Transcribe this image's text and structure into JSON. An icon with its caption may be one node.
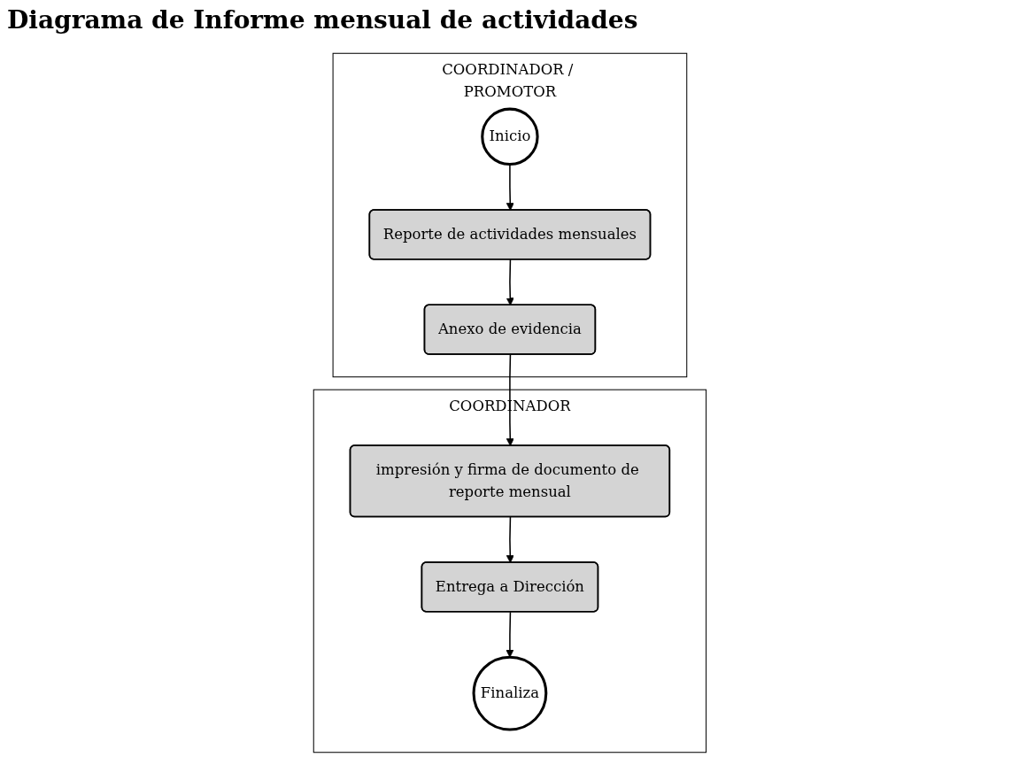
{
  "diagram": {
    "title": "Diagrama de Informe mensual de actividades",
    "nodes": [
      {
        "text": [
          "COORDINADOR / PROMOTOR"
        ]
      },
      {
        "text": [
          "Inicio"
        ],
        "in": 0
      },
      {
        "text": [
          "Reporte de actividades mensuales"
        ],
        "in": 0
      },
      {
        "text": [
          "Anexo de evidencia"
        ],
        "in": 0
      },
      {
        "text": [
          "COORDINADOR"
        ]
      },
      {
        "text": [
          "impresión y firma de documento de reporte mensual"
        ],
        "in": 4
      },
      {
        "text": [
          "Entrega a Dirección"
        ],
        "in": 4
      },
      {
        "text": [
          "Finaliza"
        ],
        "in": 4
      }
    ],
    "edges": [
      {
        "from": 1,
        "to": 2,
        "arrow": "to"
      },
      {
        "from": 2,
        "to": 3,
        "arrow": "to"
      },
      {
        "from": 3,
        "to": 5,
        "arrow": "to"
      },
      {
        "from": 5,
        "to": 6,
        "arrow": "to"
      },
      {
        "from": 6,
        "to": 7,
        "arrow": "to"
      }
    ]
  }
}
